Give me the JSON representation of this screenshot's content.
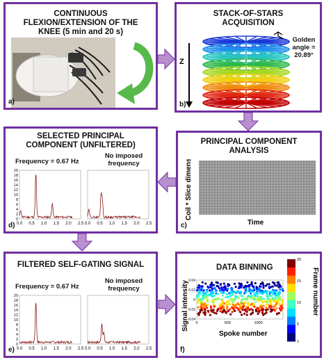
{
  "panels": {
    "a": {
      "title": "CONTINUOUS FLEXION/EXTENSION OF THE KNEE (5 min and 20 s)",
      "label": "a)"
    },
    "b": {
      "title": "STACK-OF-STARS ACQUISITION",
      "label": "b)",
      "z_label": "Z",
      "golden_angle": "Golden angle = 20.89°"
    },
    "c": {
      "title": "PRINCIPAL COMPONENT ANALYSIS",
      "label": "c)",
      "ylabel": "Coil * Slice dimension",
      "xlabel": "Time"
    },
    "d": {
      "title": "SELECTED PRINCIPAL COMPONENT (UNFILTERED)",
      "label": "d)",
      "freq": "Frequency = 0.67 Hz",
      "nofreq": "No imposed frequency"
    },
    "e": {
      "title": "FILTERED SELF-GATING SIGNAL",
      "label": "e)",
      "freq": "Frequency = 0.67 Hz",
      "nofreq": "No imposed frequency"
    },
    "f": {
      "title": "DATA BINNING",
      "label": "f)",
      "ylabel": "Signal intensity",
      "xlabel": "Spoke number",
      "cbar_label": "Frame number"
    }
  },
  "colors": {
    "border": "#7030A0",
    "arrow": "#B98FD0",
    "spectrum": "#8B1A1A"
  },
  "chart_data": [
    {
      "type": "line",
      "panel": "d-left",
      "yticks": [
        0,
        2,
        4,
        6,
        8,
        10,
        12,
        14,
        16,
        18,
        20
      ],
      "xticks": [
        0.0,
        0.5,
        1.0,
        1.5,
        2.0,
        2.5
      ],
      "ylim": [
        0,
        20
      ],
      "xlim": [
        0,
        2.5
      ],
      "peaks": [
        [
          0.67,
          18
        ],
        [
          1.34,
          6
        ],
        [
          0.05,
          3
        ]
      ]
    },
    {
      "type": "line",
      "panel": "d-right",
      "xticks": [
        0.0,
        0.5,
        1.0,
        1.5,
        2.0,
        2.5
      ],
      "ylim": [
        0,
        20
      ],
      "xlim": [
        0,
        2.5
      ],
      "peaks": [
        [
          0.55,
          9
        ],
        [
          0.6,
          7
        ],
        [
          0.05,
          3
        ]
      ]
    },
    {
      "type": "line",
      "panel": "e-left",
      "yticks": [
        0,
        2,
        4,
        6,
        8,
        10,
        12,
        14,
        16,
        18,
        20
      ],
      "xticks": [
        0.0,
        0.5,
        1.0,
        1.5,
        2.0,
        2.5
      ],
      "ylim": [
        0,
        20
      ],
      "xlim": [
        0,
        2.5
      ],
      "peaks": [
        [
          0.67,
          17
        ]
      ]
    },
    {
      "type": "line",
      "panel": "e-right",
      "xticks": [
        0.0,
        0.5,
        1.0,
        1.5,
        2.0,
        2.5
      ],
      "ylim": [
        0,
        20
      ],
      "xlim": [
        0,
        2.5
      ],
      "peaks": [
        [
          0.58,
          8
        ],
        [
          0.66,
          4
        ]
      ]
    },
    {
      "type": "scatter",
      "panel": "f",
      "yticks": [
        0.04,
        0.02,
        0,
        -0.02,
        -0.04
      ],
      "xticks": [
        0,
        500,
        1000
      ],
      "ylim": [
        -0.04,
        0.04
      ],
      "xlim": [
        0,
        1400
      ],
      "cbar_ticks": [
        20,
        15,
        10,
        5,
        1
      ]
    }
  ]
}
